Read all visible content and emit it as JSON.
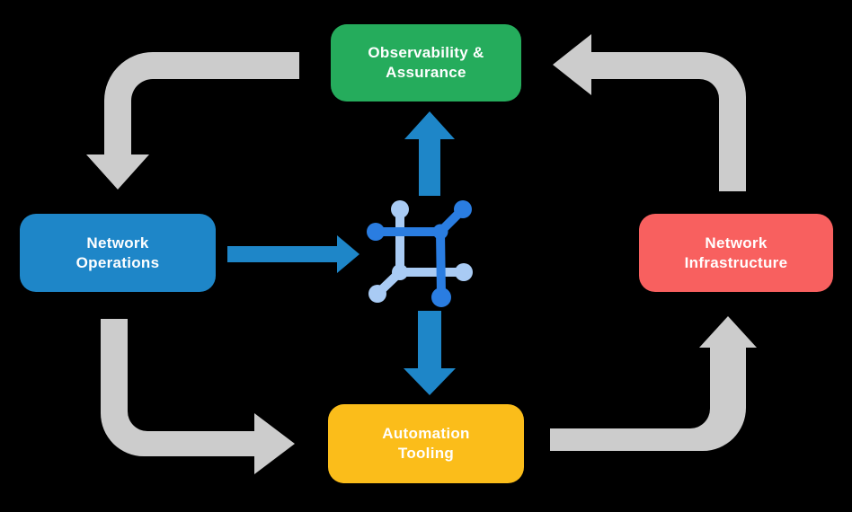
{
  "canvas": {
    "background": "#000000"
  },
  "nodes": {
    "observability": {
      "label": "Observability &\nAssurance",
      "color": "#25AC5C",
      "text_color": "#FFFFFF"
    },
    "operations": {
      "label": "Network\nOperations",
      "color": "#1E86C8",
      "text_color": "#FFFFFF"
    },
    "infrastructure": {
      "label": "Network\nInfrastructure",
      "color": "#F8605F",
      "text_color": "#FFFFFF"
    },
    "automation": {
      "label": "Automation\nTooling",
      "color": "#FBBD1A",
      "text_color": "#FFFFFF"
    }
  },
  "flow": {
    "cycle_arrow_color": "#CCCCCC",
    "hub_arrow_color": "#1E86C8"
  },
  "center_icon": {
    "name": "network-hub-icon",
    "dark_color": "#2A7DE1",
    "light_color": "#A9CBF4"
  }
}
